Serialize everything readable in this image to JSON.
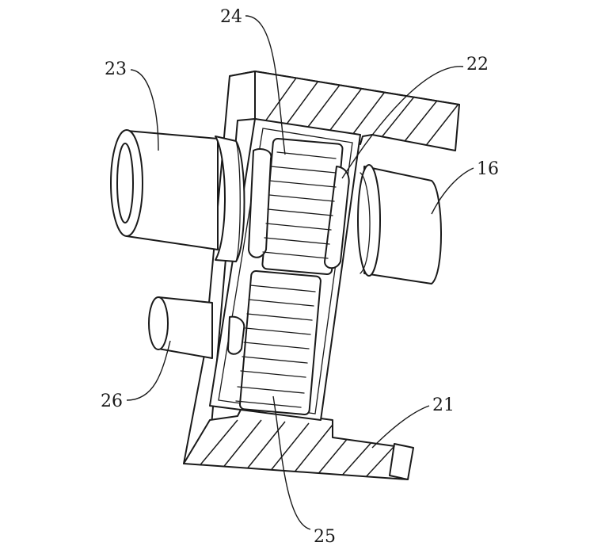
{
  "figure": {
    "labels": {
      "label_16": "16",
      "label_21": "21",
      "label_22": "22",
      "label_23": "23",
      "label_24": "24",
      "label_25": "25",
      "label_26": "26"
    }
  }
}
